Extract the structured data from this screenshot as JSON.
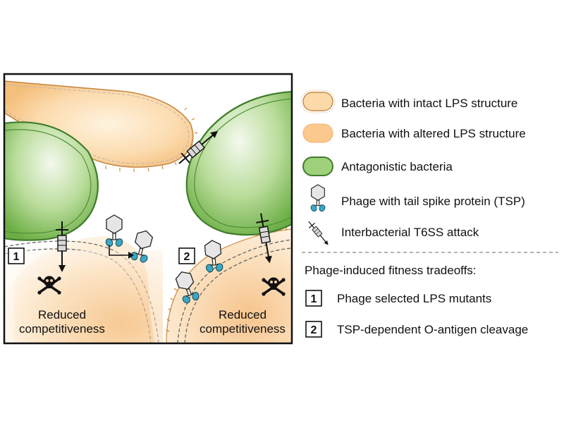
{
  "legend": {
    "items": [
      {
        "icon": "intact-lps-bacterium-icon",
        "label": "Bacteria with intact LPS structure"
      },
      {
        "icon": "altered-lps-bacterium-icon",
        "label": "Bacteria with altered LPS structure"
      },
      {
        "icon": "antagonistic-bacterium-icon",
        "label": "Antagonistic bacteria"
      },
      {
        "icon": "phage-tsp-icon",
        "label": "Phage with tail spike protein (TSP)"
      },
      {
        "icon": "t6ss-syringe-icon",
        "label": "Interbacterial T6SS attack"
      }
    ],
    "tradeoffs_title": "Phage-induced fitness tradeoffs:",
    "tradeoffs": [
      {
        "number": "1",
        "label": "Phage selected LPS mutants"
      },
      {
        "number": "2",
        "label": "TSP-dependent O-antigen cleavage"
      }
    ]
  },
  "panel": {
    "badges": [
      "1",
      "2"
    ],
    "outcome_line1": "Reduced",
    "outcome_line2": "competitiveness",
    "death_icon": "skull-crossbones-icon"
  },
  "colors": {
    "altered_fill": "#fbd3a0",
    "intact_fill": "#fbd8a6",
    "fringe": "#d99a4e",
    "antagonist_fill": "#7fbf59",
    "antagonist_edge": "#3f7d2c",
    "phage_head": "#e8e8e8",
    "phage_tsp": "#3aa8c6"
  }
}
